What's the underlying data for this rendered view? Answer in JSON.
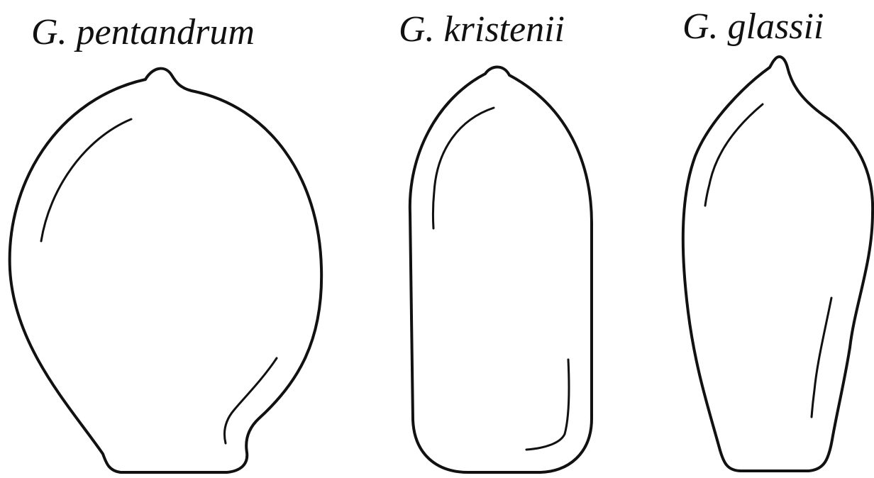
{
  "figure": {
    "items": [
      {
        "label": "G. pentandrum"
      },
      {
        "label": "G. kristenii"
      },
      {
        "label": "G. glassii"
      }
    ],
    "colors": {
      "line": "#111111",
      "background": "#ffffff"
    }
  }
}
